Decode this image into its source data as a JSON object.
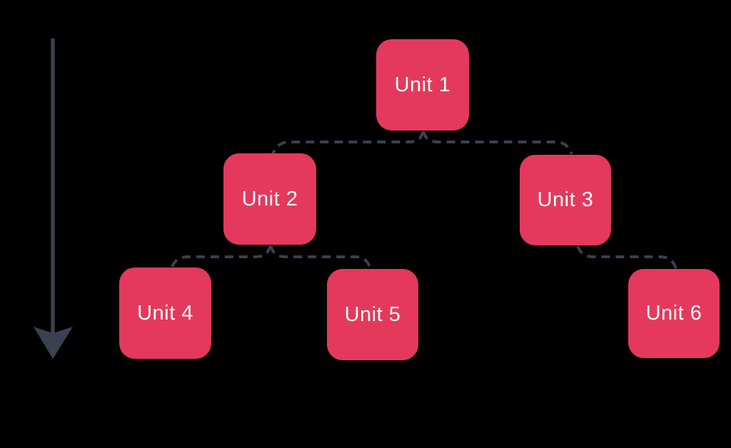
{
  "diagram": {
    "type": "tree",
    "background_color": "#000000",
    "node_fill_color": "#e4395c",
    "node_text_color": "#ffffff",
    "connector_color": "#3a4150",
    "connector_style": "dashed",
    "timeline_arrow": {
      "name": "downward-arrow",
      "direction": "down",
      "color": "#3a4150",
      "position": "left-side"
    },
    "nodes": [
      {
        "id": "unit1",
        "label": "Unit 1",
        "level": 1
      },
      {
        "id": "unit2",
        "label": "Unit 2",
        "level": 2
      },
      {
        "id": "unit3",
        "label": "Unit 3",
        "level": 2
      },
      {
        "id": "unit4",
        "label": "Unit 4",
        "level": 3
      },
      {
        "id": "unit5",
        "label": "Unit 5",
        "level": 3
      },
      {
        "id": "unit6",
        "label": "Unit 6",
        "level": 3
      }
    ],
    "edges": [
      {
        "from": "unit1",
        "to": "unit2"
      },
      {
        "from": "unit1",
        "to": "unit3"
      },
      {
        "from": "unit2",
        "to": "unit4"
      },
      {
        "from": "unit2",
        "to": "unit5"
      },
      {
        "from": "unit3",
        "to": "unit6"
      }
    ]
  }
}
